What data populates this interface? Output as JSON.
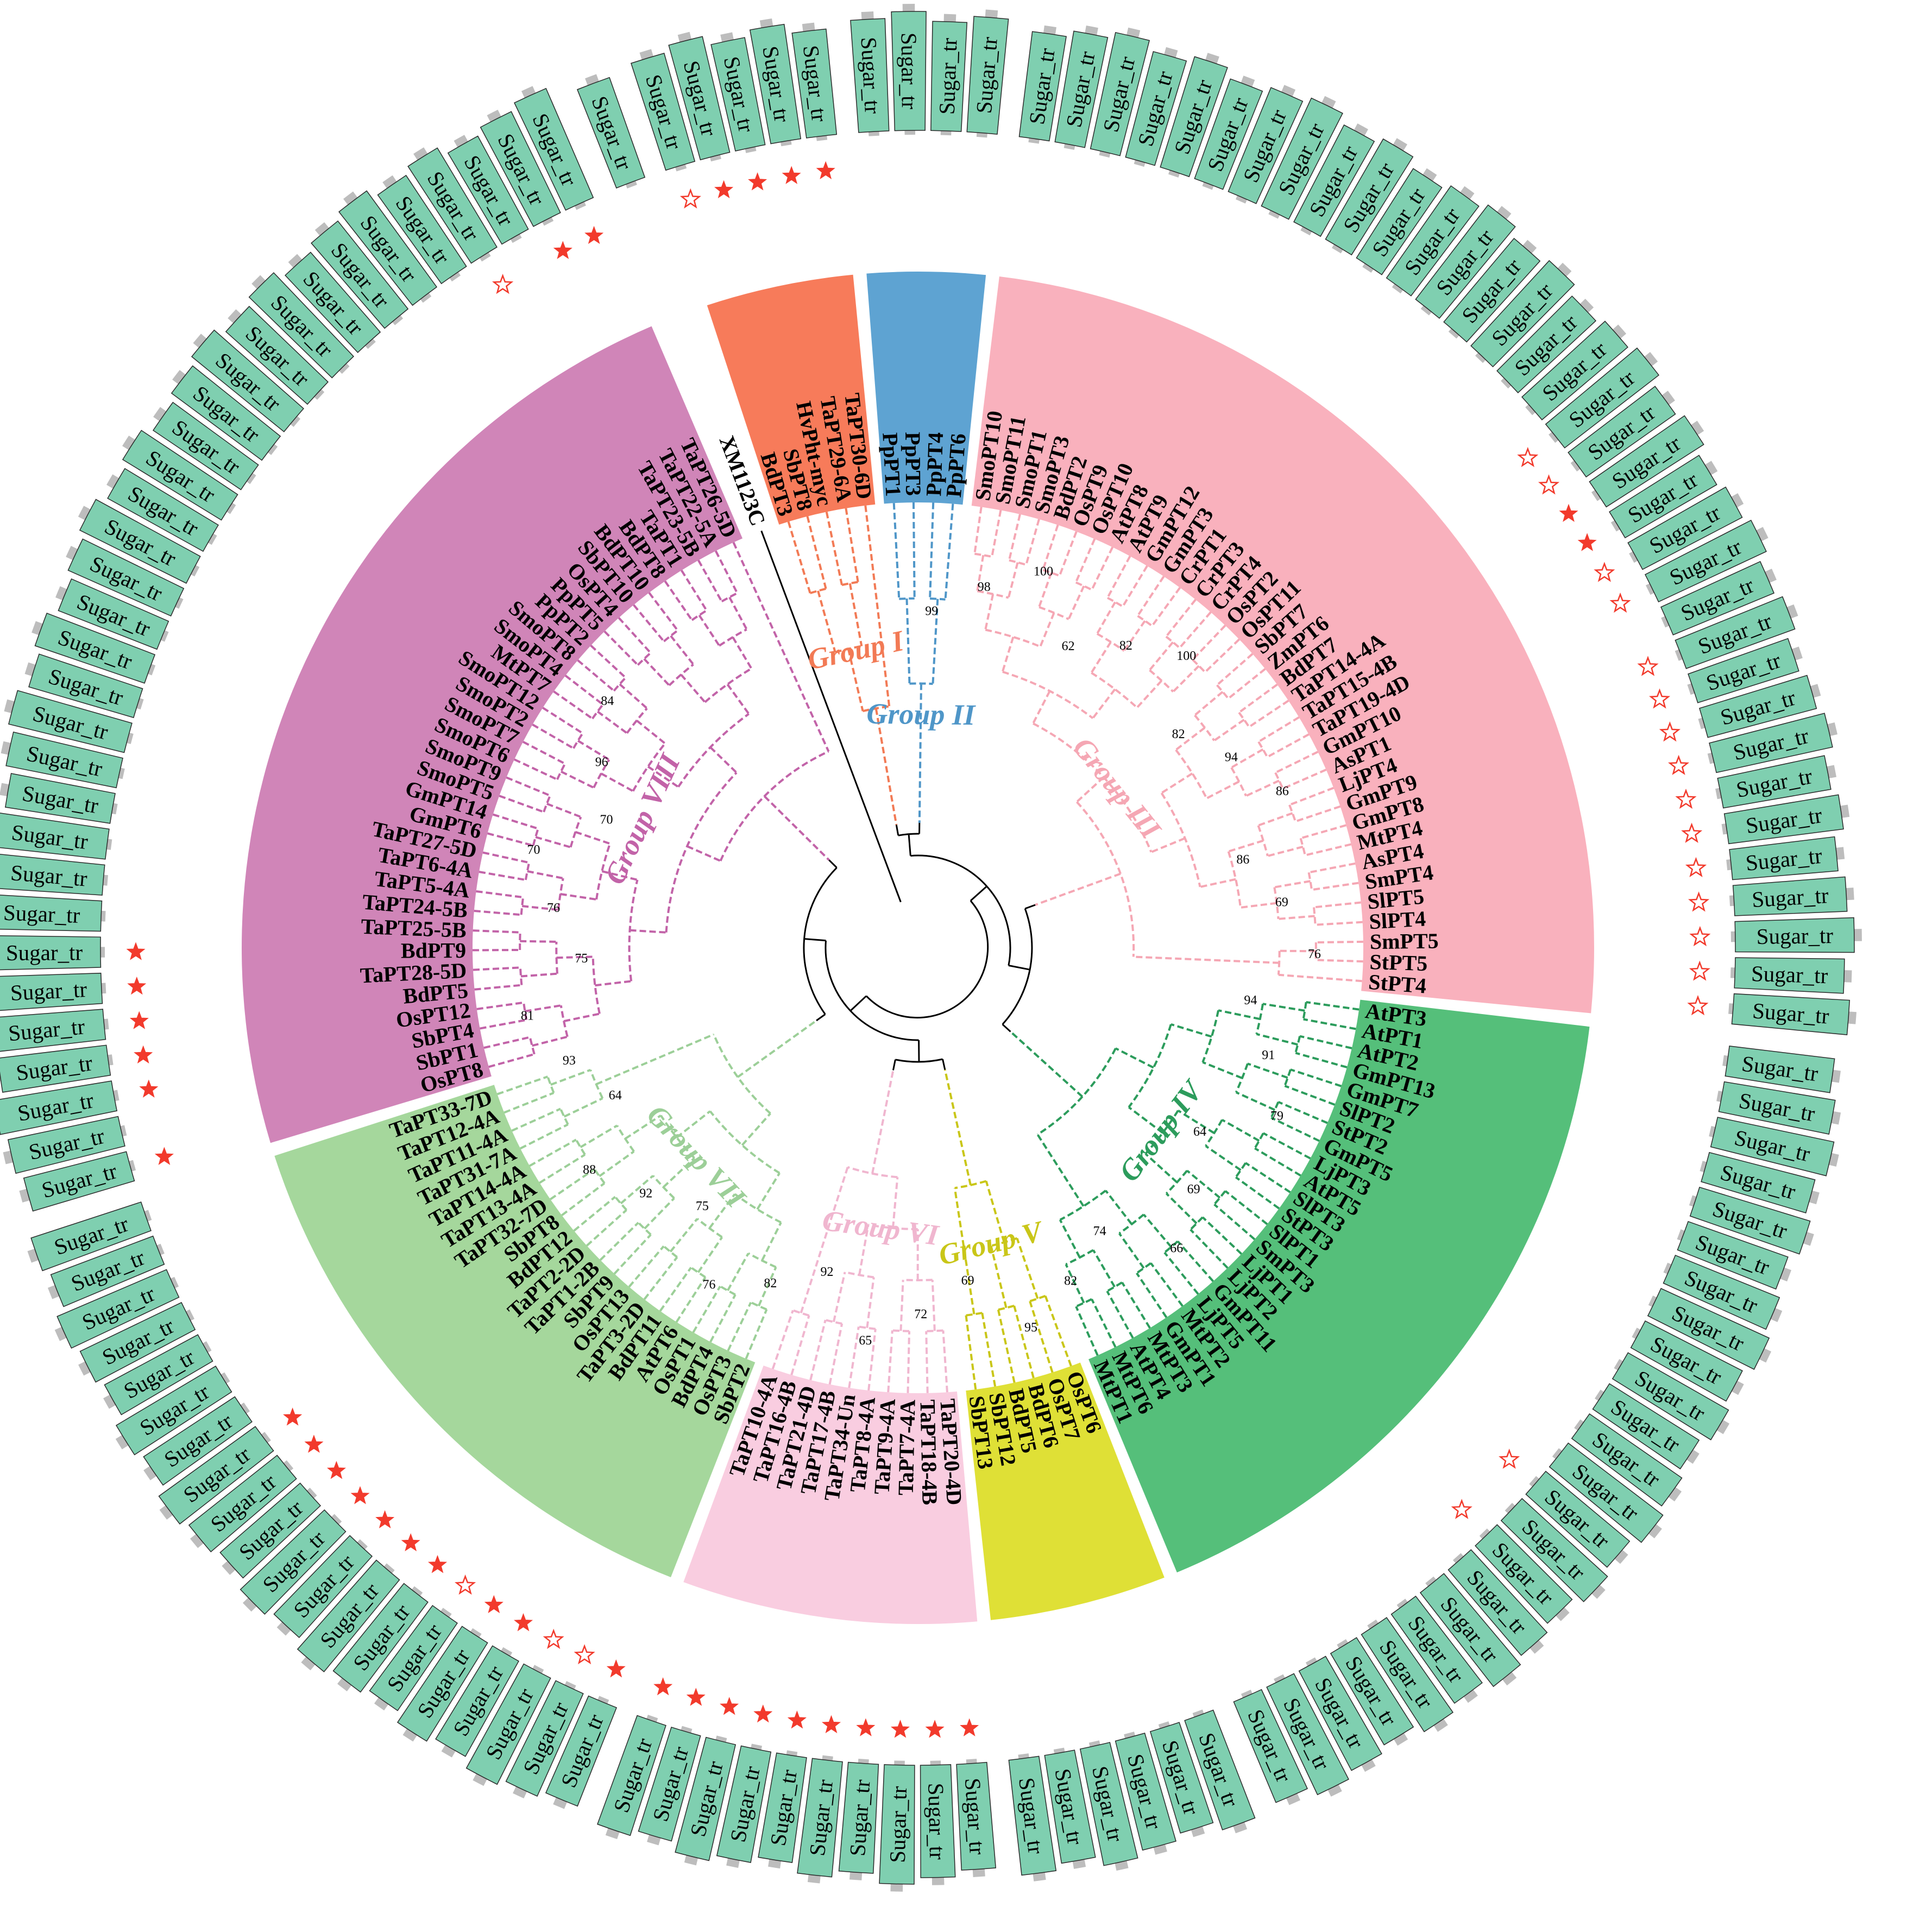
{
  "figure": {
    "center_hex": "#ffffff",
    "domain_label": "Sugar_tr",
    "domain_fill": "#7fcfb0",
    "star_color": "#f23a2c",
    "root_leaf": "XM1123C",
    "groups": [
      {
        "name": "Group I",
        "label_color": "#f27a55",
        "band_color": "#f77b5a",
        "leaves": [
          "BdPT3",
          "SbPT8",
          "HvPht-myc",
          "TaPT29-6A",
          "TaPT30-6D"
        ],
        "markers": [
          "open",
          "filled",
          "filled",
          "filled",
          "filled"
        ]
      },
      {
        "name": "Group II",
        "label_color": "#4f96c8",
        "band_color": "#5ea3d2",
        "leaves": [
          "PpPT1",
          "PpPT3",
          "PpPT4",
          "PpPT6"
        ],
        "markers": [
          "none",
          "none",
          "none",
          "none"
        ]
      },
      {
        "name": "Group III",
        "label_color": "#f5a7b4",
        "band_color": "#f9b1bd",
        "leaves": [
          "SmoPT10",
          "SmoPT11",
          "SmoPT1",
          "SmoPT3",
          "BdPT2",
          "OsPT9",
          "OsPT10",
          "AtPT8",
          "AtPT9",
          "GmPT12",
          "GmPT3",
          "CrPT1",
          "CrPT3",
          "CrPT4",
          "OsPT2",
          "OsPT11",
          "SbPT7",
          "ZmPT6",
          "BdPT7",
          "TaPT14-4A",
          "TaPT15-4B",
          "TaPT19-4D",
          "GmPT10",
          "AsPT1",
          "LjPT4",
          "GmPT9",
          "GmPT8",
          "MtPT4",
          "AsPT4",
          "SmPT4",
          "SlPT5",
          "SlPT4",
          "SmPT5",
          "StPT5",
          "StPT4"
        ],
        "markers": [
          "none",
          "none",
          "none",
          "none",
          "none",
          "none",
          "none",
          "none",
          "none",
          "none",
          "none",
          "none",
          "none",
          "none",
          "none",
          "none",
          "none",
          "open",
          "open",
          "filled",
          "filled",
          "open",
          "open",
          "none",
          "open",
          "open",
          "open",
          "open",
          "open",
          "open",
          "open",
          "open",
          "open",
          "open",
          "open"
        ]
      },
      {
        "name": "Group IV",
        "label_color": "#2c9c5c",
        "band_color": "#55bf7a",
        "leaves": [
          "AtPT3",
          "AtPT1",
          "AtPT2",
          "GmPT13",
          "GmPT7",
          "SlPT2",
          "StPT2",
          "GmPT5",
          "LjPT3",
          "AtPT5",
          "SlPT3",
          "StPT3",
          "SlPT1",
          "SmPT3",
          "LjPT1",
          "LjPT2",
          "GmPT11",
          "LjPT5",
          "MtPT2",
          "GmPT1",
          "MtPT3",
          "AtPT4",
          "MtPT6",
          "MtPT1"
        ],
        "markers": [
          "none",
          "none",
          "none",
          "none",
          "none",
          "none",
          "none",
          "none",
          "none",
          "none",
          "none",
          "none",
          "none",
          "open",
          "none",
          "open",
          "none",
          "none",
          "none",
          "none",
          "none",
          "none",
          "none",
          "none"
        ]
      },
      {
        "name": "Group V",
        "label_color": "#c9c618",
        "band_color": "#dfe036",
        "leaves": [
          "OsPT6",
          "OsPT7",
          "BdPT6",
          "BdPT5",
          "SbPT12",
          "SbPT13"
        ],
        "markers": [
          "none",
          "none",
          "none",
          "none",
          "none",
          "none"
        ]
      },
      {
        "name": "Group VI",
        "label_color": "#f0b6cf",
        "band_color": "#f9cde0",
        "leaves": [
          "TaPT20-4D",
          "TaPT18-4B",
          "TaPT7-4A",
          "TaPT9-4A",
          "TaPT8-4A",
          "TaPT34-Un",
          "TaPT17-4B",
          "TaPT21-4D",
          "TaPT16-4B",
          "TaPT10-4A"
        ],
        "markers": [
          "filled",
          "filled",
          "filled",
          "filled",
          "filled",
          "filled",
          "filled",
          "filled",
          "filled",
          "filled"
        ]
      },
      {
        "name": "Group VII",
        "label_color": "#9ccf98",
        "band_color": "#a5d79c",
        "leaves": [
          "SbPT2",
          "OsPT3",
          "BdPT4",
          "OsPT1",
          "AtPT6",
          "BdPT11",
          "TaPT3-2D",
          "OsPT13",
          "SbPT9",
          "TaPT1-2B",
          "TaPT2-2D",
          "BdPT12",
          "SbPT8",
          "TaPT32-7D",
          "TaPT13-4A",
          "TaPT14-4A",
          "TaPT31-7A",
          "TaPT11-4A",
          "TaPT12-4A",
          "TaPT33-7D"
        ],
        "markers": [
          "filled",
          "open",
          "open",
          "filled",
          "filled",
          "open",
          "filled",
          "filled",
          "filled",
          "filled",
          "filled",
          "filled",
          "filled",
          "none",
          "none",
          "none",
          "none",
          "none",
          "none",
          "none"
        ]
      },
      {
        "name": "Group VIII",
        "label_color": "#c263a8",
        "band_color": "#d085b8",
        "leaves": [
          "OsPT8",
          "SbPT1",
          "SbPT4",
          "OsPT12",
          "BdPT5",
          "TaPT28-5D",
          "BdPT9",
          "TaPT25-5B",
          "TaPT24-5B",
          "TaPT5-4A",
          "TaPT6-4A",
          "TaPT27-5D",
          "GmPT6",
          "GmPT14",
          "SmoPT5",
          "SmoPT9",
          "SmoPT6",
          "SmoPT7",
          "SmoPT2",
          "SmoPT12",
          "MtPT7",
          "SmoPT4",
          "SmoPT8",
          "PpPT2",
          "PpPT5",
          "OsPT4",
          "SbPT10",
          "BdPT10",
          "BdPT8",
          "TaPT1",
          "TaPT23-5B",
          "TaPT22-5A",
          "TaPT26-5D"
        ],
        "markers": [
          "filled",
          "none",
          "filled",
          "filled",
          "filled",
          "filled",
          "filled",
          "none",
          "none",
          "none",
          "none",
          "none",
          "none",
          "none",
          "none",
          "none",
          "none",
          "none",
          "none",
          "none",
          "none",
          "none",
          "none",
          "none",
          "none",
          "none",
          "none",
          "none",
          "none",
          "open",
          "none",
          "filled",
          "filled"
        ]
      }
    ],
    "bootstrap_values": [
      "99",
      "98",
      "100",
      "62",
      "82",
      "100",
      "82",
      "94",
      "86",
      "86",
      "69",
      "76",
      "94",
      "91",
      "79",
      "64",
      "69",
      "66",
      "74",
      "82",
      "95",
      "69",
      "72",
      "65",
      "92",
      "82",
      "76",
      "75",
      "92",
      "88",
      "64",
      "93",
      "81",
      "75",
      "76",
      "70",
      "70",
      "96",
      "84"
    ]
  }
}
